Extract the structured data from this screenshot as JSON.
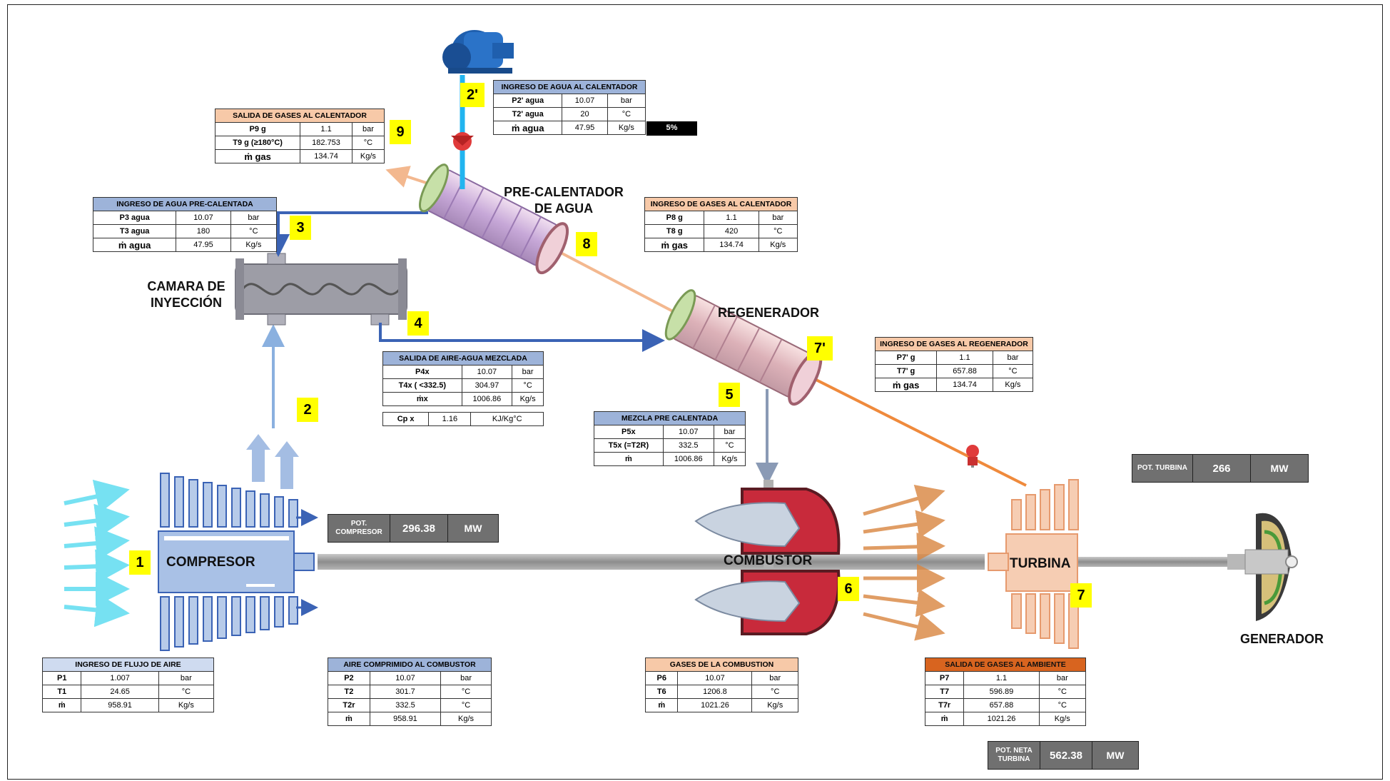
{
  "components": {
    "compresor": "COMPRESOR",
    "combustor": "COMBUSTOR",
    "turbina": "TURBINA",
    "generador": "GENERADOR",
    "regenerador": "REGENERADOR",
    "precalentador": [
      "PRE-CALENTADOR",
      "DE AGUA"
    ],
    "camara": [
      "CAMARA DE",
      "INYECCIÓN"
    ]
  },
  "markers": [
    "1",
    "2",
    "2'",
    "3",
    "4",
    "5",
    "6",
    "7",
    "7'",
    "8",
    "9"
  ],
  "tables": {
    "aire": {
      "title": "INGRESO DE FLUJO DE AIRE",
      "rows": [
        [
          "P1",
          "1.007",
          "bar"
        ],
        [
          "T1",
          "24.65",
          "°C"
        ],
        [
          "ṁ",
          "958.91",
          "Kg/s"
        ]
      ]
    },
    "comprimido": {
      "title": "AIRE COMPRIMIDO AL COMBUSTOR",
      "rows": [
        [
          "P2",
          "10.07",
          "bar"
        ],
        [
          "T2",
          "301.7",
          "°C"
        ],
        [
          "T2r",
          "332.5",
          "°C"
        ],
        [
          "ṁ",
          "958.91",
          "Kg/s"
        ]
      ]
    },
    "combustion": {
      "title": "GASES DE LA COMBUSTION",
      "rows": [
        [
          "P6",
          "10.07",
          "bar"
        ],
        [
          "T6",
          "1206.8",
          "°C"
        ],
        [
          "ṁ",
          "1021.26",
          "Kg/s"
        ]
      ]
    },
    "ambiente": {
      "title": "SALIDA DE GASES AL AMBIENTE",
      "rows": [
        [
          "P7",
          "1.1",
          "bar"
        ],
        [
          "T7",
          "596.89",
          "°C"
        ],
        [
          "T7r",
          "657.88",
          "°C"
        ],
        [
          "ṁ",
          "1021.26",
          "Kg/s"
        ]
      ]
    },
    "mezcla_pre": {
      "title": "MEZCLA PRE CALENTADA",
      "rows": [
        [
          "P5x",
          "10.07",
          "bar"
        ],
        [
          "T5x (=T2R)",
          "332.5",
          "°C"
        ],
        [
          "ṁ",
          "1006.86",
          "Kg/s"
        ]
      ]
    },
    "aire_agua": {
      "title": "SALIDA DE AIRE-AGUA MEZCLADA",
      "rows": [
        [
          "P4x",
          "10.07",
          "bar"
        ],
        [
          "T4x ( <332.5)",
          "304.97",
          "°C"
        ],
        [
          "ṁx",
          "1006.86",
          "Kg/s"
        ]
      ],
      "cp": [
        "Cp x",
        "1.16",
        "KJ/Kg°C"
      ]
    },
    "gases_regen": {
      "title": "INGRESO DE GASES AL REGENERADOR",
      "rows": [
        [
          "P7' g",
          "1.1",
          "bar"
        ],
        [
          "T7' g",
          "657.88",
          "°C"
        ],
        [
          "ṁ gas",
          "134.74",
          "Kg/s"
        ]
      ]
    },
    "gases_calent": {
      "title": "INGRESO DE GASES AL CALENTADOR",
      "rows": [
        [
          "P8 g",
          "1.1",
          "bar"
        ],
        [
          "T8 g",
          "420",
          "°C"
        ],
        [
          "ṁ gas",
          "134.74",
          "Kg/s"
        ]
      ]
    },
    "agua_pre": {
      "title": "INGRESO DE AGUA PRE-CALENTADA",
      "rows": [
        [
          "P3 agua",
          "10.07",
          "bar"
        ],
        [
          "T3 agua",
          "180",
          "°C"
        ],
        [
          "ṁ agua",
          "47.95",
          "Kg/s"
        ]
      ]
    },
    "salida_gases": {
      "title": "SALIDA DE GASES AL CALENTADOR",
      "rows": [
        [
          "P9 g",
          "1.1",
          "bar"
        ],
        [
          "T9 g (≥180°C)",
          "182.753",
          "°C"
        ],
        [
          "ṁ gas",
          "134.74",
          "Kg/s"
        ]
      ]
    },
    "agua_calent": {
      "title": "INGRESO DE AGUA AL CALENTADOR",
      "rows": [
        [
          "P2' agua",
          "10.07",
          "bar"
        ],
        [
          "T2' agua",
          "20",
          "°C"
        ],
        [
          "ṁ agua",
          "47.95",
          "Kg/s"
        ]
      ],
      "pct": "5%"
    }
  },
  "power": {
    "compresor": {
      "label": [
        "POT.",
        "COMPRESOR"
      ],
      "value": "296.38",
      "unit": "MW"
    },
    "turbina": {
      "label": [
        "POT. TURBINA"
      ],
      "value": "266",
      "unit": "MW"
    },
    "neta": {
      "label": [
        "POT. NETA",
        "TURBINA"
      ],
      "value": "562.38",
      "unit": "MW"
    }
  },
  "colors": {
    "water": "#3b63b5",
    "air": "#8ab0df",
    "hot_gas": "#ef8a3c",
    "warm_gas": "#f3b88f",
    "marker": "#ffff00"
  }
}
